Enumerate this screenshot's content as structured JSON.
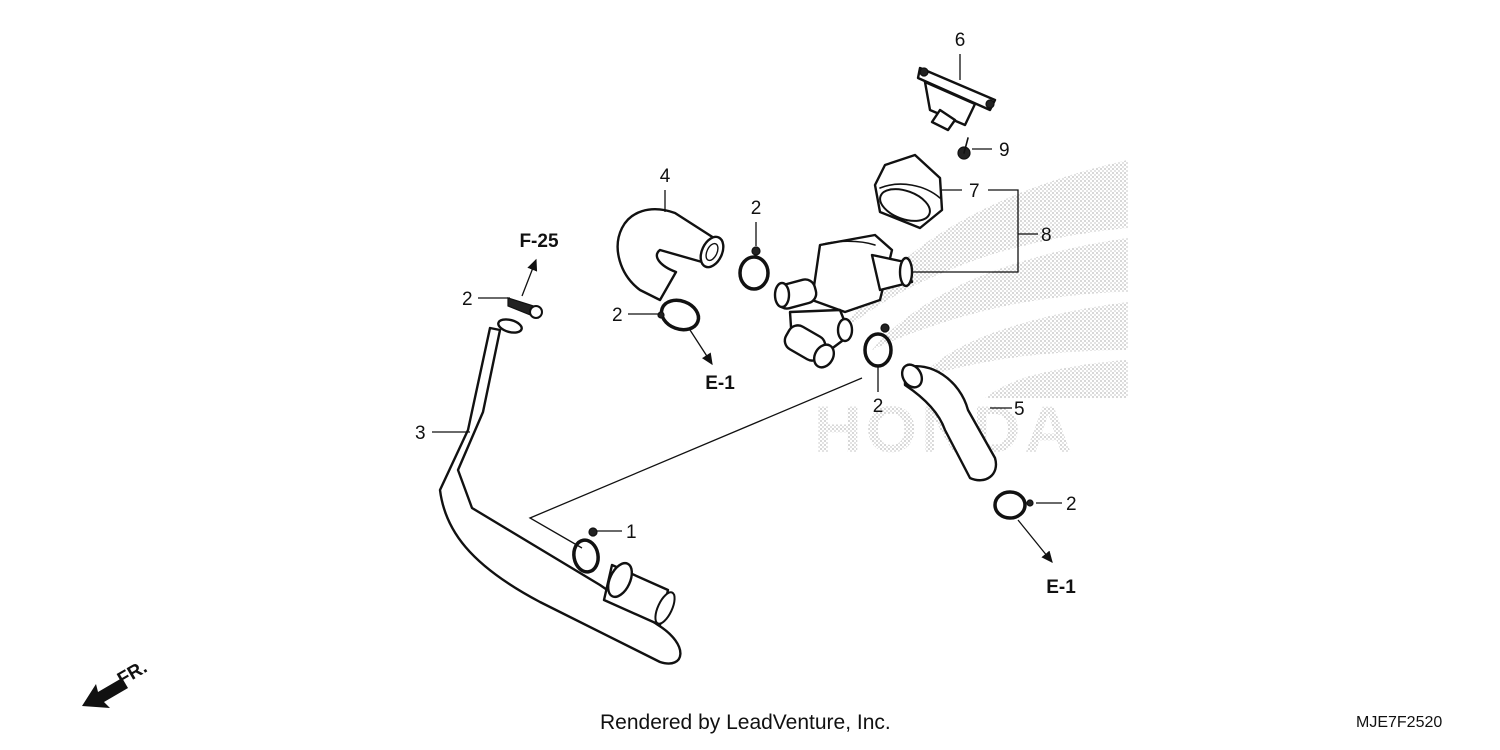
{
  "diagram": {
    "callouts": {
      "c1": "1",
      "c2a": "2",
      "c2b": "2",
      "c2c": "2",
      "c2d": "2",
      "c2e": "2",
      "c3": "3",
      "c4": "4",
      "c5": "5",
      "c6": "6",
      "c7": "7",
      "c8": "8",
      "c9": "9"
    },
    "references": {
      "f25": "F-25",
      "e1_left": "E-1",
      "e1_right": "E-1",
      "front": "FR."
    },
    "watermark": "HONDA"
  },
  "footer": {
    "credit": "Rendered by LeadVenture, Inc.",
    "drawing_code": "MJE7F2520"
  }
}
